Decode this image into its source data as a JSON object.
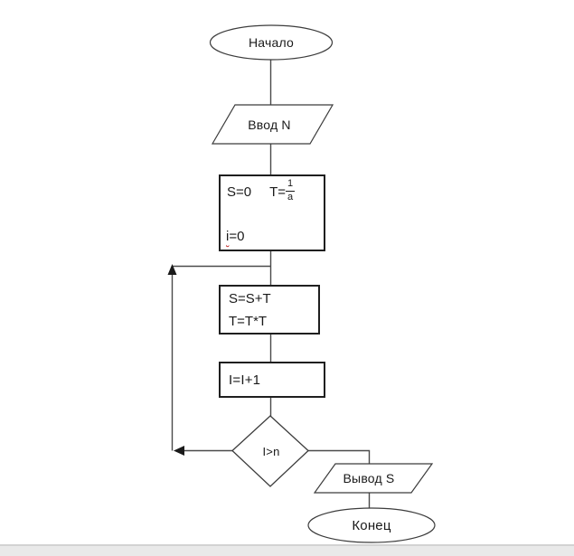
{
  "page": {
    "background": "#ffffff",
    "bottom_bar_color": "#e9e9e9"
  },
  "flowchart": {
    "start": {
      "label": "Начало"
    },
    "input": {
      "label": "Ввод N"
    },
    "init": {
      "s_assign": "S=0",
      "t_prefix": "T=",
      "frac_numerator": "1",
      "frac_denominator": "a",
      "i_char": "i",
      "i_rest": "=0"
    },
    "body": {
      "line1": "S=S+T",
      "line2": "T=T*T"
    },
    "increment": {
      "label": "I=I+1"
    },
    "decision": {
      "label": "I>n"
    },
    "output": {
      "label": "Вывод S"
    },
    "end": {
      "label": "Конец"
    },
    "colors": {
      "shape_stroke": "#3c3c3c",
      "process_stroke": "#1f1f1f",
      "connector": "#4a4a4a",
      "spellcheck_underline": "#c02424"
    }
  }
}
